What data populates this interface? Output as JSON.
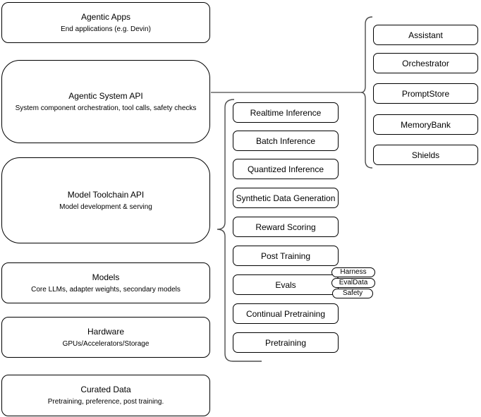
{
  "diagram": {
    "stack": [
      {
        "title": "Agentic Apps",
        "subtitle": "End applications (e.g. Devin)"
      },
      {
        "title": "Agentic System API",
        "subtitle": "System component orchestration, tool calls, safety checks"
      },
      {
        "title": "Model Toolchain API",
        "subtitle": "Model development & serving"
      },
      {
        "title": "Models",
        "subtitle": "Core LLMs, adapter weights, secondary models"
      },
      {
        "title": "Hardware",
        "subtitle": "GPUs/Accelerators/Storage"
      },
      {
        "title": "Curated Data",
        "subtitle": "Pretraining, preference, post training."
      }
    ],
    "toolchain_items": [
      "Realtime Inference",
      "Batch Inference",
      "Quantized Inference",
      "Synthetic Data Generation",
      "Reward Scoring",
      "Post Training",
      "Evals",
      "Continual Pretraining",
      "Pretraining"
    ],
    "evals_tags": [
      "Harness",
      "EvalData",
      "Safety"
    ],
    "system_components": [
      "Assistant",
      "Orchestrator",
      "PromptStore",
      "MemoryBank",
      "Shields"
    ],
    "colors": {
      "stroke": "#000000",
      "fill": "#ffffff",
      "connector": "#666666",
      "brace": "#4d4d4d"
    }
  }
}
